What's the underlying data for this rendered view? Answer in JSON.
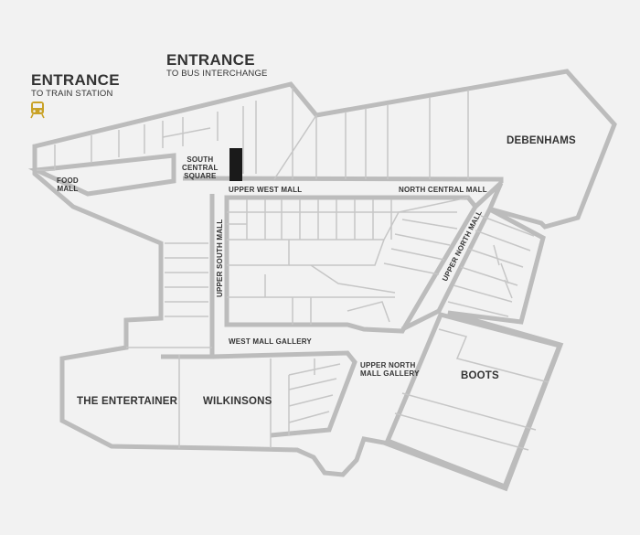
{
  "entrances": {
    "train": {
      "title": "ENTRANCE",
      "subtitle": "TO TRAIN STATION"
    },
    "bus": {
      "title": "ENTRANCE",
      "subtitle": "TO BUS INTERCHANGE"
    }
  },
  "areas": {
    "food_mall": [
      "FOOD",
      "MALL"
    ],
    "south_central_square": [
      "SOUTH",
      "CENTRAL",
      "SQUARE"
    ],
    "upper_west_mall": "UPPER WEST MALL",
    "north_central_mall": "NORTH CENTRAL MALL",
    "upper_south_mall": "UPPER SOUTH MALL",
    "upper_north_mall": "UPPER NORTH MALL",
    "west_mall_gallery": "WEST MALL GALLERY",
    "upper_north_mall_gallery": [
      "UPPER NORTH",
      "MALL GALLERY"
    ]
  },
  "stores": {
    "debenhams": "DEBENHAMS",
    "boots": "BOOTS",
    "the_entertainer": "THE ENTERTAINER",
    "wilkinsons": "WILKINSONS"
  },
  "colors": {
    "background": "#f2f2f2",
    "outline": "#bdbdbd",
    "inner_line": "#c4c4c4",
    "highlight": "#1a1a1a",
    "train_icon": "#c9a227"
  },
  "icons": {
    "train": "train-icon"
  }
}
